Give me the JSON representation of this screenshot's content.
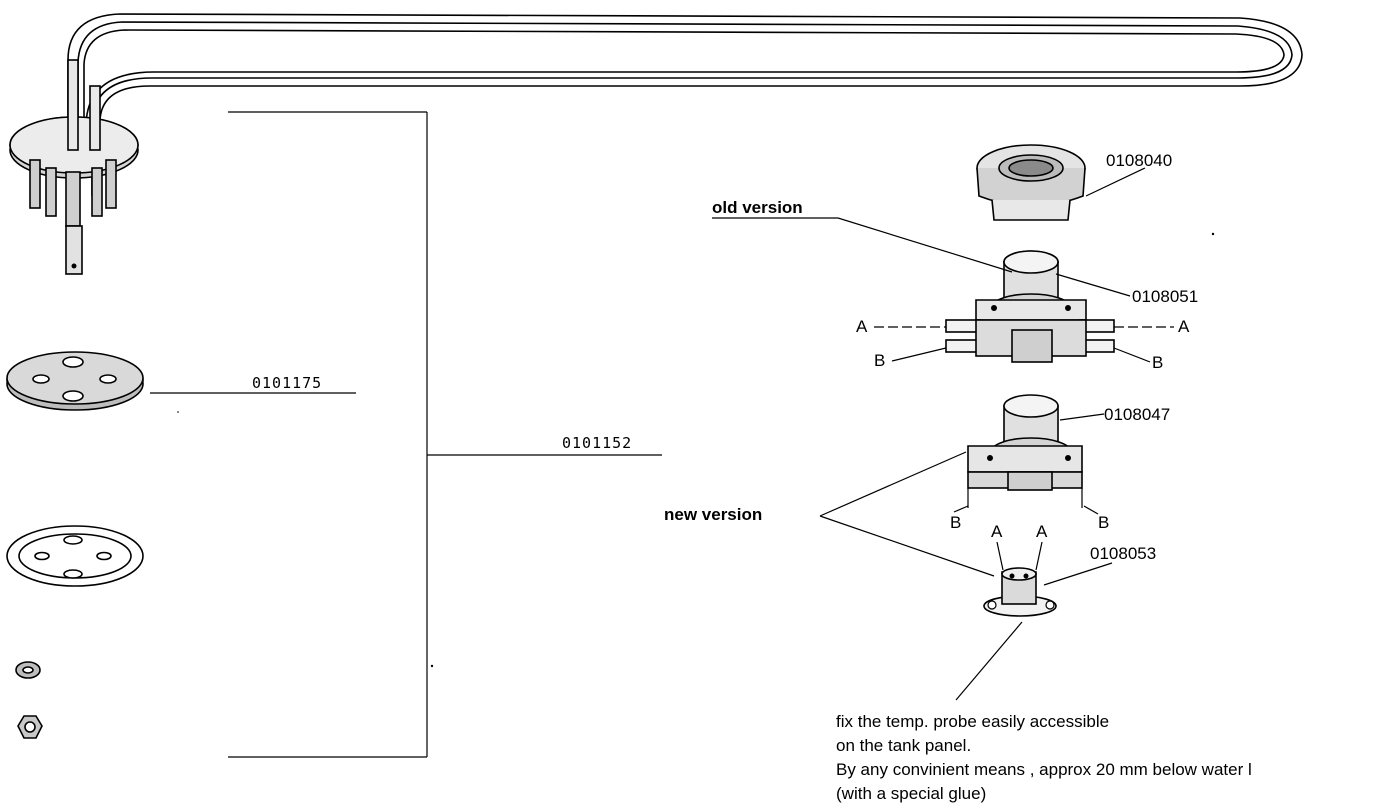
{
  "part_numbers": {
    "gasket_plate": "0101175",
    "heating_element": "0101152",
    "sleeve": "0108040",
    "old_thermostat": "0108051",
    "new_thermostat": "0108047",
    "probe": "0108053"
  },
  "labels": {
    "old_version": "old version",
    "new_version": "new version",
    "terminal_a": "A",
    "terminal_b": "B"
  },
  "note": {
    "line1": "fix the temp. probe easily accessible",
    "line2": "on the tank panel.",
    "line3": "By any convinient means , approx 20 mm below water l",
    "line4": "(with a special glue)"
  }
}
